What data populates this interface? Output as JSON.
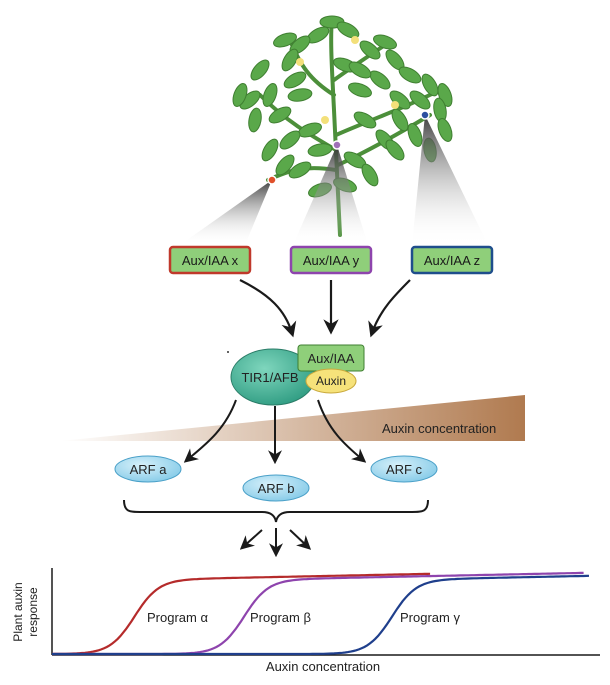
{
  "aux_iaa_boxes": [
    {
      "label": "Aux/IAA x",
      "color": "#c0392b",
      "dot_color": "#e0502a"
    },
    {
      "label": "Aux/IAA y",
      "color": "#8e44ad",
      "dot_color": "#a070b8"
    },
    {
      "label": "Aux/IAA z",
      "color": "#1f4e8c",
      "dot_color": "#2c4fa0"
    }
  ],
  "complex": {
    "receptor": "TIR1/AFB",
    "repressor": "Aux/IAA",
    "hormone": "Auxin"
  },
  "gradient_label": "Auxin concentration",
  "arfs": [
    "ARF a",
    "ARF b",
    "ARF c"
  ],
  "graph": {
    "ylabel_line1": "Plant auxin",
    "ylabel_line2": "response",
    "xlabel": "Auxin concentration"
  },
  "programs": [
    {
      "label": "Program α",
      "color": "#b52b2b",
      "threshold": 0.15
    },
    {
      "label": "Program β",
      "color": "#8e44ad",
      "threshold": 0.35
    },
    {
      "label": "Program γ",
      "color": "#1f3f8c",
      "threshold": 0.62
    }
  ],
  "colors": {
    "box_fill": "#8fcf7a",
    "receptor_fill": "#3aa890",
    "auxin_fill": "#f6e27a",
    "arf_fill": "#9fd8f0",
    "leaf_green": "#5aa84a",
    "stem_green": "#4c8f3a",
    "gradient_dark": "#b07a4f"
  }
}
